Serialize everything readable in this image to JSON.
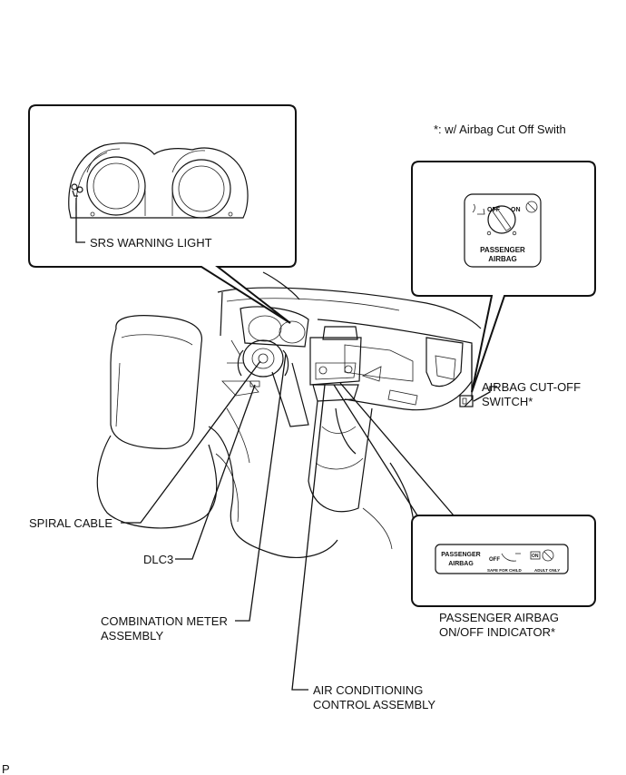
{
  "note": "*: w/ Airbag Cut Off Swith",
  "labels": {
    "srs_warning_light": "SRS WARNING LIGHT",
    "airbag_cutoff_switch": [
      "AIRBAG CUT-OFF",
      "SWITCH*"
    ],
    "spiral_cable": "SPIRAL CABLE",
    "dlc3": "DLC3",
    "combination_meter": [
      "COMBINATION METER",
      "ASSEMBLY"
    ],
    "passenger_airbag_indicator": [
      "PASSENGER AIRBAG",
      "ON/OFF INDICATOR*"
    ],
    "air_conditioning": [
      "AIR CONDITIONING",
      "CONTROL ASSEMBLY"
    ]
  },
  "switch_detail": {
    "off": "OFF",
    "on": "ON",
    "caption": [
      "PASSENGER",
      "AIRBAG"
    ]
  },
  "indicator_detail": {
    "caption": [
      "PASSENGER",
      "AIRBAG"
    ],
    "off": "OFF",
    "on": "ON",
    "safe_for_child": "SAFE FOR CHILD",
    "adult_only": "ADULT ONLY"
  },
  "corner_mark": "P"
}
